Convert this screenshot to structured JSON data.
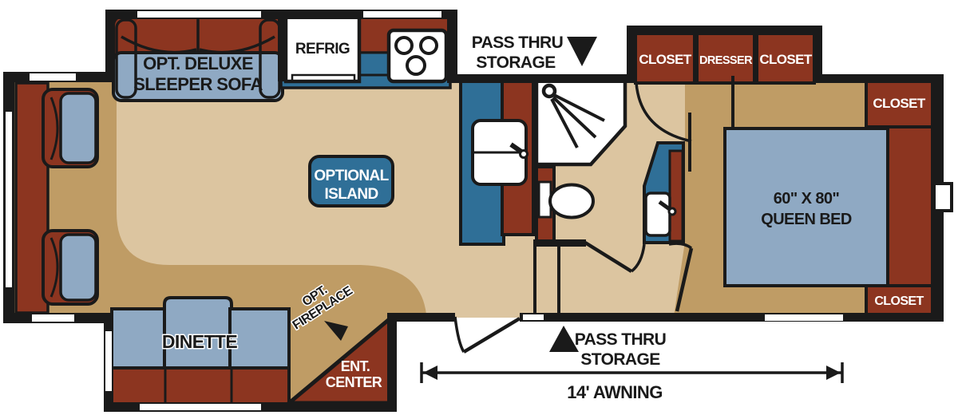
{
  "labels": {
    "sleeper_sofa": [
      "OPT. DELUXE",
      "SLEEPER SOFA"
    ],
    "refrig": "REFRIG",
    "pass_thru_top": [
      "PASS THRU",
      "STORAGE"
    ],
    "slide_closet_left": "CLOSET",
    "slide_dresser": "DRESSER",
    "slide_closet_right": "CLOSET",
    "closet_upper": "CLOSET",
    "closet_lower": "CLOSET",
    "optional_island": [
      "OPTIONAL",
      "ISLAND"
    ],
    "queen_bed": [
      "60\" X 80\"",
      "QUEEN BED"
    ],
    "dinette": "DINETTE",
    "opt_fireplace": [
      "OPT.",
      "FIREPLACE"
    ],
    "ent_center": [
      "ENT.",
      "CENTER"
    ],
    "pass_thru_bottom": [
      "PASS THRU",
      "STORAGE"
    ],
    "awning": "14' AWNING"
  },
  "colors": {
    "wall": "#1a1a1a",
    "cabinet_maroon": "#8c3520",
    "counter_blue": "#2f6f97",
    "upholstery_blue": "#8fa9c3",
    "floor_light": "#dcc5a0",
    "floor_dark": "#bf9c65",
    "fixture_white": "#ffffff"
  }
}
